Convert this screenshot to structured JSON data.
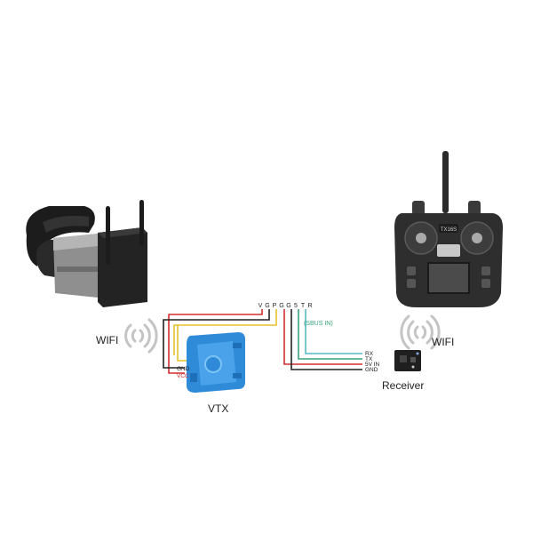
{
  "labels": {
    "wifi_left": "WIFI",
    "wifi_right": "WIFI",
    "vtx": "VTX",
    "receiver": "Receiver",
    "sbus_in": "(SBUS IN)",
    "vtx_gnd": "GND",
    "vtx_vcc": "VCC",
    "rx_pin": "RX",
    "tx_pin": "TX",
    "v5_pin": "5V IN",
    "gnd_pin": "GND",
    "vtx_header_pins": [
      "V",
      "G",
      "P",
      "G",
      "G",
      "5",
      "T",
      "R"
    ],
    "radio_brand": "TX16S"
  },
  "colors": {
    "wire_red": "#d32f2f",
    "wire_black": "#222222",
    "wire_yellow": "#e6c229",
    "wire_green": "#3aa37a",
    "wire_teal": "#58b8c8",
    "vtx_blue": "#2f8ad8",
    "sbus_text": "#3aa37a"
  }
}
